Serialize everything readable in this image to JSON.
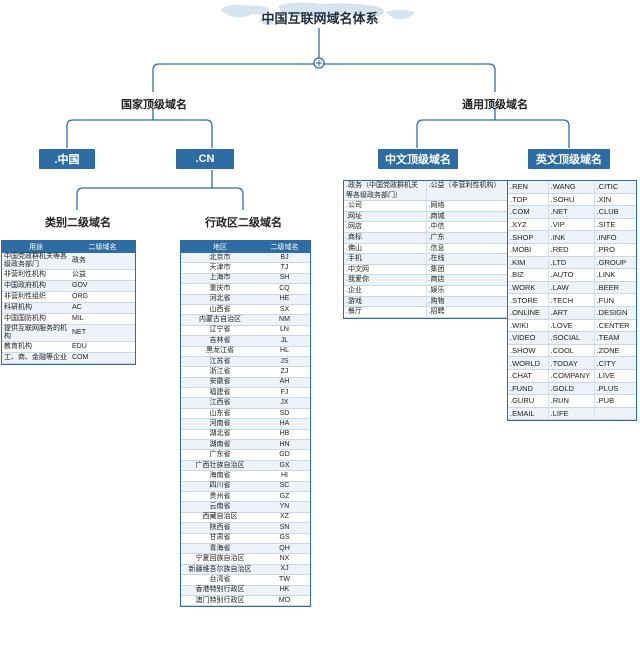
{
  "title": "中国互联网域名体系",
  "branches": {
    "national": "国家顶级域名",
    "generic": "通用顶级域名"
  },
  "boxes": {
    "zhongguo": ".中国",
    "cn": ".CN",
    "chinese_tld": "中文顶级域名",
    "english_tld": "英文顶级域名"
  },
  "sublabels": {
    "category": "类别二级域名",
    "admin": "行政区二级域名"
  },
  "category_table": {
    "headers": [
      "用途",
      "二级域名"
    ],
    "rows": [
      [
        "中国党政群机关等各级政务部门",
        "政务"
      ],
      [
        "非营利性机构",
        "公益"
      ],
      [
        "中国政府机构",
        "GOV"
      ],
      [
        "非营利性组织",
        "ORG"
      ],
      [
        "科研机构",
        "AC"
      ],
      [
        "中国国防机构",
        "MIL"
      ],
      [
        "提供互联网服务的机构",
        "NET"
      ],
      [
        "教育机构",
        "EDU"
      ],
      [
        "工、商、金融等企业",
        "COM"
      ]
    ]
  },
  "admin_table": {
    "headers": [
      "地区",
      "二级域名"
    ],
    "rows": [
      [
        "北京市",
        "BJ"
      ],
      [
        "天津市",
        "TJ"
      ],
      [
        "上海市",
        "SH"
      ],
      [
        "重庆市",
        "CQ"
      ],
      [
        "河北省",
        "HE"
      ],
      [
        "山西省",
        "SX"
      ],
      [
        "内蒙古自治区",
        "NM"
      ],
      [
        "辽宁省",
        "LN"
      ],
      [
        "吉林省",
        "JL"
      ],
      [
        "黑龙江省",
        "HL"
      ],
      [
        "江苏省",
        "JS"
      ],
      [
        "浙江省",
        "ZJ"
      ],
      [
        "安徽省",
        "AH"
      ],
      [
        "福建省",
        "FJ"
      ],
      [
        "江西省",
        "JX"
      ],
      [
        "山东省",
        "SD"
      ],
      [
        "河南省",
        "HA"
      ],
      [
        "湖北省",
        "HB"
      ],
      [
        "湖南省",
        "HN"
      ],
      [
        "广东省",
        "GD"
      ],
      [
        "广西壮族自治区",
        "GX"
      ],
      [
        "海南省",
        "HI"
      ],
      [
        "四川省",
        "SC"
      ],
      [
        "贵州省",
        "GZ"
      ],
      [
        "云南省",
        "YN"
      ],
      [
        "西藏自治区",
        "XZ"
      ],
      [
        "陕西省",
        "SN"
      ],
      [
        "甘肃省",
        "GS"
      ],
      [
        "青海省",
        "QH"
      ],
      [
        "宁夏回族自治区",
        "NX"
      ],
      [
        "新疆维吾尔族自治区",
        "XJ"
      ],
      [
        "台湾省",
        "TW"
      ],
      [
        "香港特别行政区",
        "HK"
      ],
      [
        "澳门特别行政区",
        "MO"
      ]
    ]
  },
  "chinese_table": {
    "rows": [
      [
        ".政务（中国党政群机关等各级政务部门）",
        ".公益（非营利性机构）"
      ],
      [
        ".公司",
        ".网络"
      ],
      [
        ".网址",
        ".商城"
      ],
      [
        ".网店",
        ".中信"
      ],
      [
        ".商标",
        ".广东"
      ],
      [
        ".佛山",
        ".信息"
      ],
      [
        ".手机",
        ".在线"
      ],
      [
        ".中文网",
        ".集团"
      ],
      [
        ".我爱你",
        ".商店"
      ],
      [
        ".企业",
        ".娱乐"
      ],
      [
        ".游戏",
        ".购物"
      ],
      [
        ".餐厅",
        ".招聘"
      ]
    ]
  },
  "english_table": {
    "rows": [
      [
        ".REN",
        ".WANG",
        ".CITIC"
      ],
      [
        ".TOP",
        ".SOHU",
        ".XIN"
      ],
      [
        ".COM",
        ".NET",
        ".CLUB"
      ],
      [
        ".XYZ",
        ".VIP",
        ".SITE"
      ],
      [
        ".SHOP",
        ".INK",
        ".INFO"
      ],
      [
        ".MOBI",
        ".RED",
        ".PRO"
      ],
      [
        ".KIM",
        ".LTD",
        ".GROUP"
      ],
      [
        ".BIZ",
        ".AUTO",
        ".LINK"
      ],
      [
        ".WORK",
        ".LAW",
        ".BEER"
      ],
      [
        ".STORE",
        ".TECH",
        ".FUN"
      ],
      [
        ".ONLINE",
        ".ART",
        ".DESIGN"
      ],
      [
        ".WIKI",
        ".LOVE",
        ".CENTER"
      ],
      [
        ".VIDEO",
        ".SOCIAL",
        ".TEAM"
      ],
      [
        ".SHOW",
        ".COOL",
        ".ZONE"
      ],
      [
        ".WORLD",
        ".TODAY",
        ".CITY"
      ],
      [
        ".CHAT",
        ".COMPANY",
        ".LIVE"
      ],
      [
        ".FUND",
        ".GOLD",
        ".PLUS"
      ],
      [
        ".GURU",
        ".RUN",
        ".PUB"
      ],
      [
        ".EMAIL",
        ".LIFE",
        ""
      ]
    ]
  }
}
